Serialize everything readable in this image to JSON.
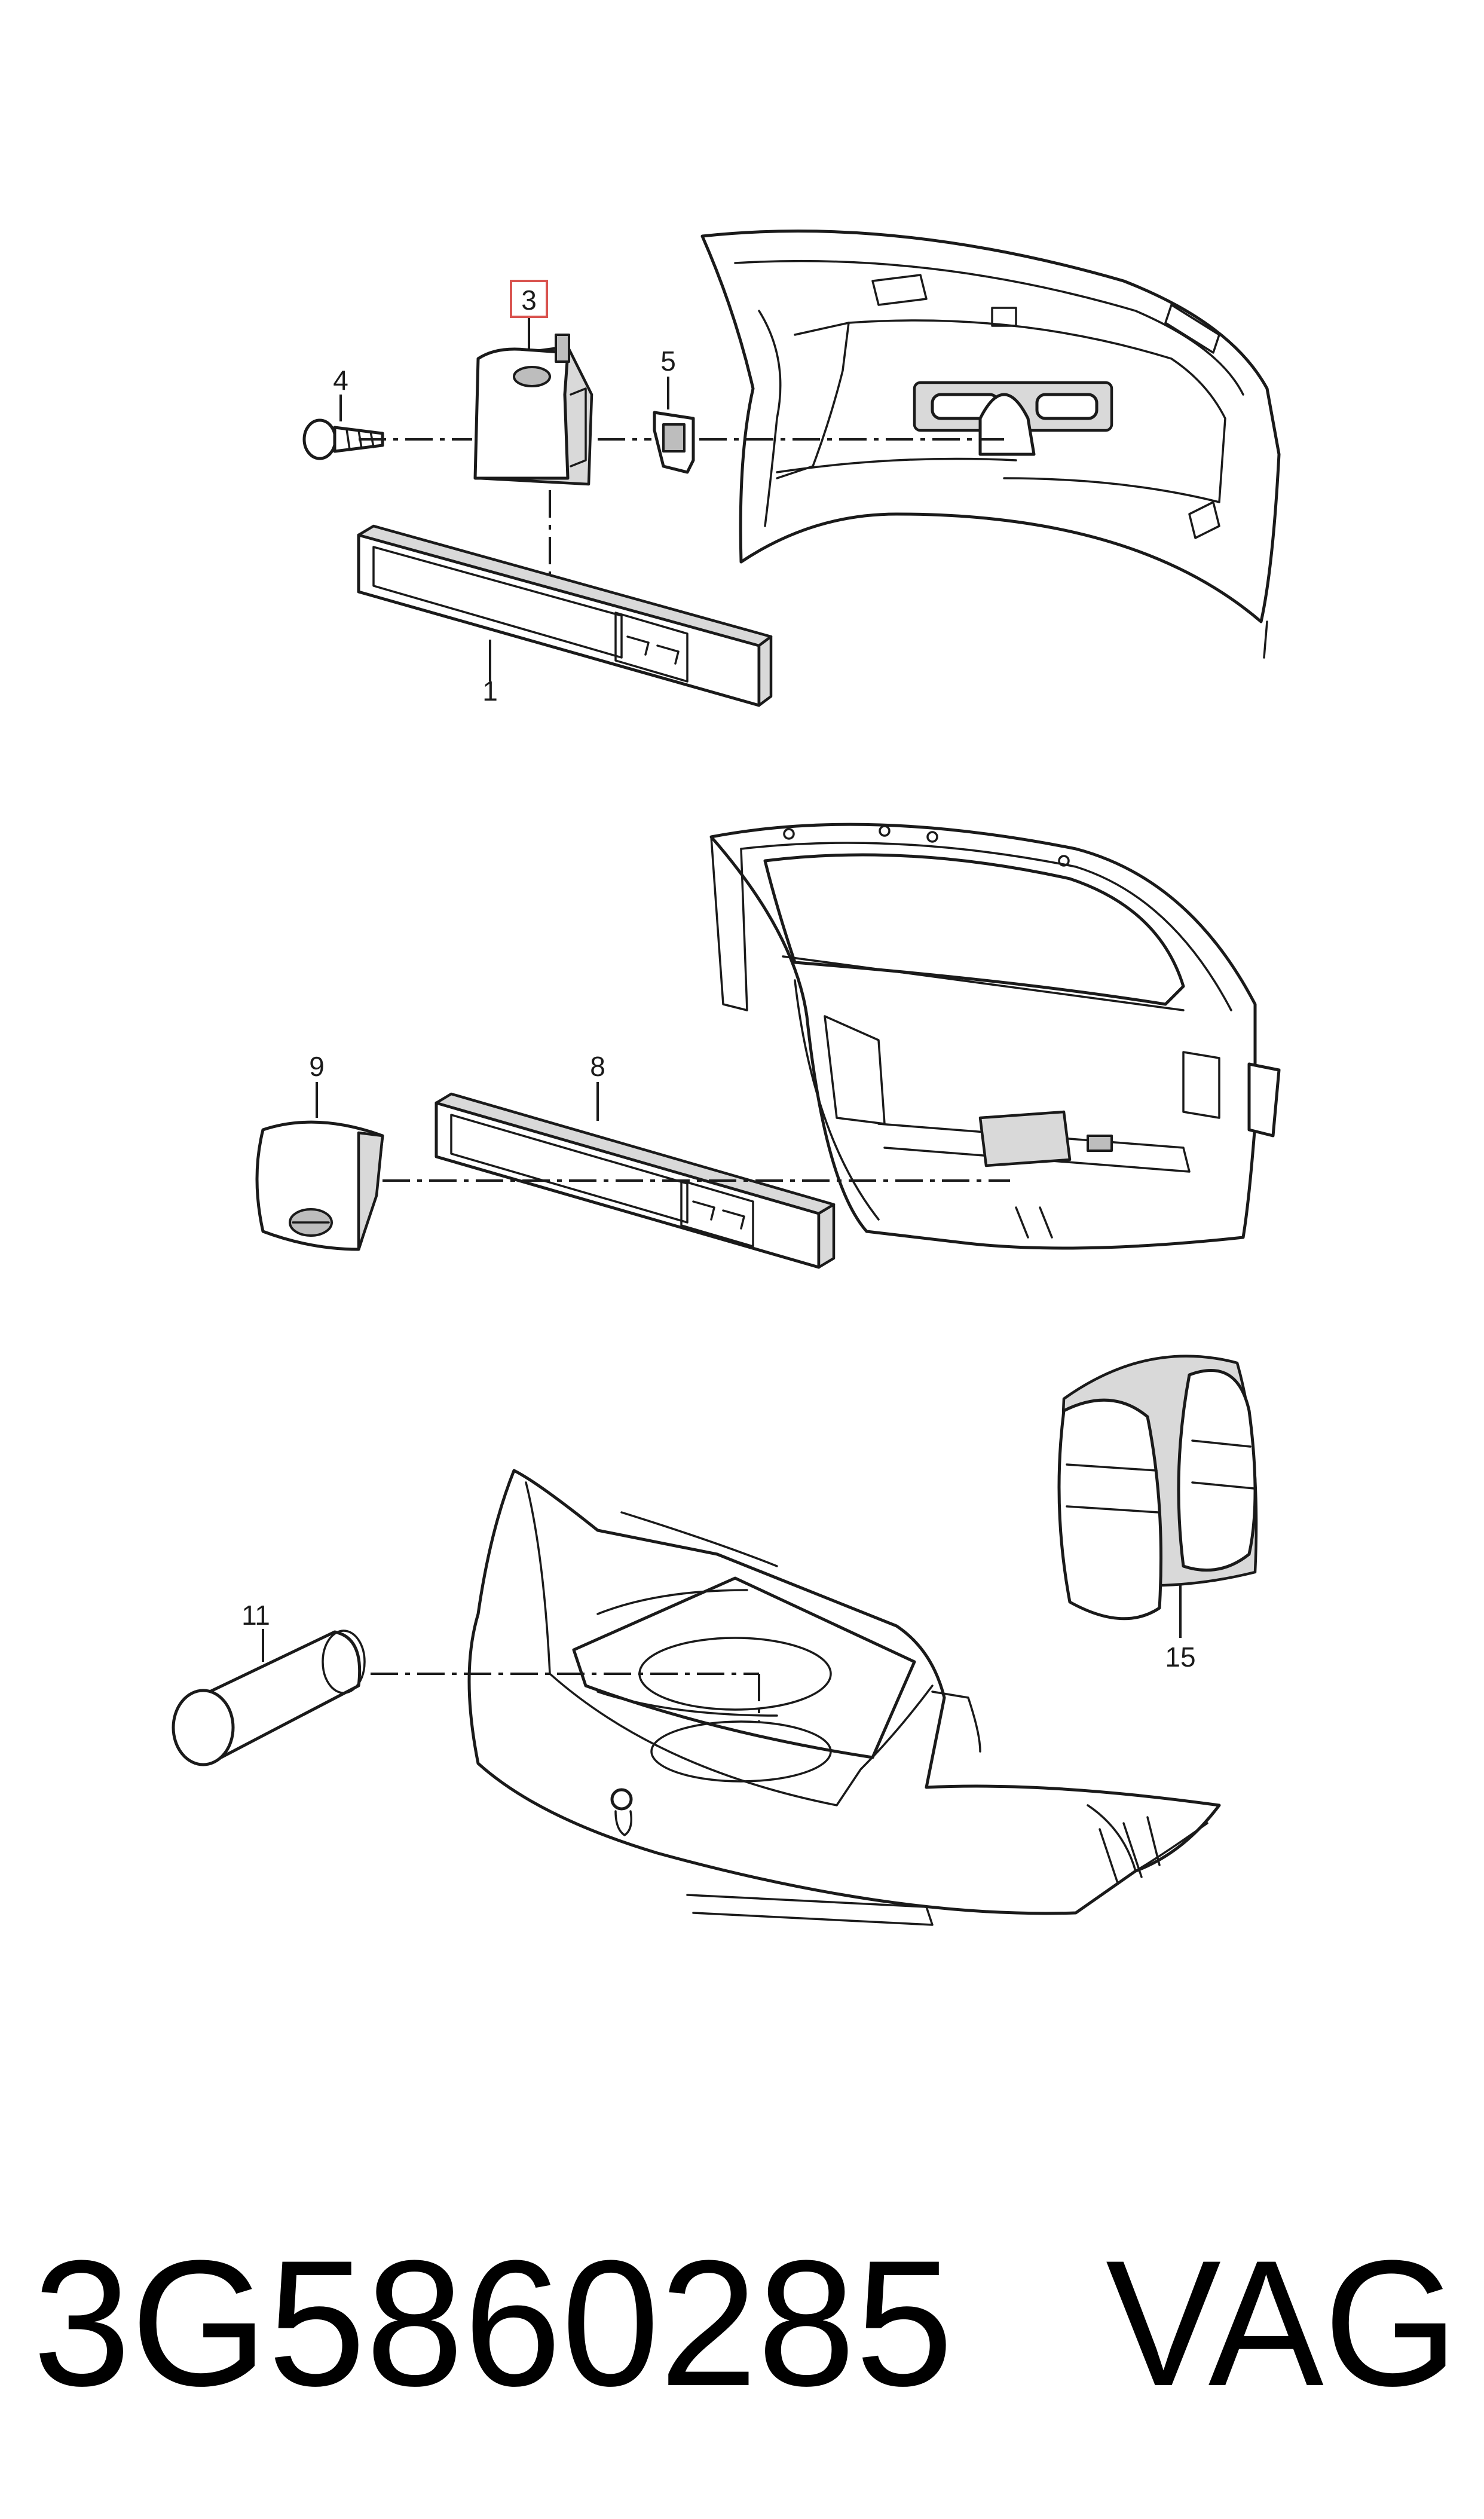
{
  "callouts": {
    "c1": "1",
    "c3": "3",
    "c4": "4",
    "c5": "5",
    "c8": "8",
    "c9": "9",
    "c11": "11",
    "c15": "15"
  },
  "highlighted_callout": "3",
  "footer": {
    "part_number": "3G5860285",
    "brand": "VAG"
  },
  "colors": {
    "highlight": "#d9534f",
    "line": "#1a1a1a",
    "shading": "#d9d9d9"
  }
}
